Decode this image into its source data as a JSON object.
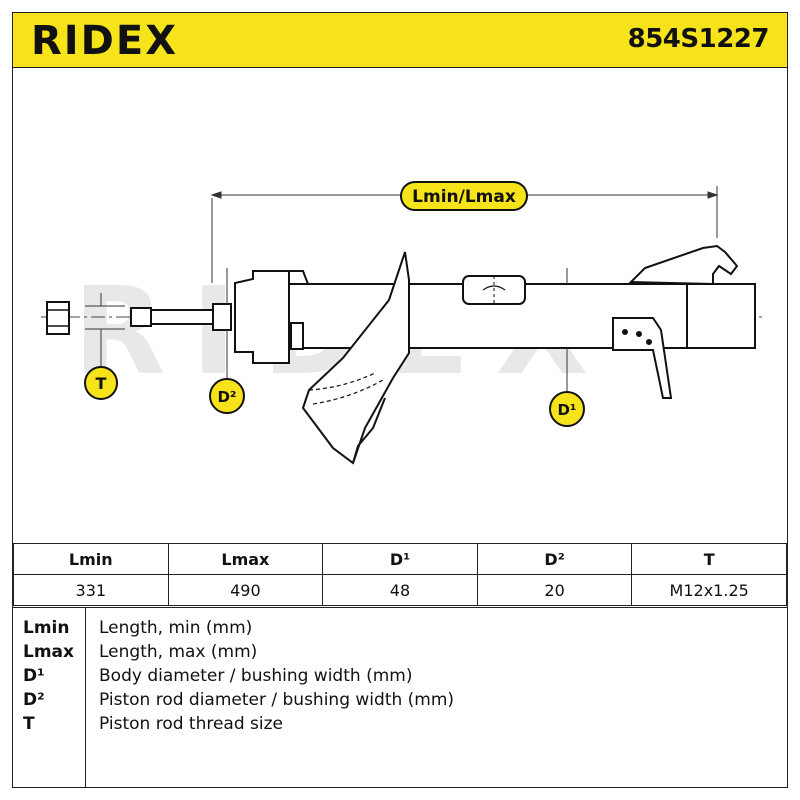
{
  "brand": "RIDEX",
  "part_number": "854S1227",
  "drawing": {
    "dimension_label": "Lmin/Lmax",
    "thread_label": "T",
    "rod_label": "D²",
    "body_label": "D¹",
    "watermark": "RIDEX"
  },
  "table": {
    "headers": [
      "Lmin",
      "Lmax",
      "D¹",
      "D²",
      "T"
    ],
    "values": [
      "331",
      "490",
      "48",
      "20",
      "M12x1.25"
    ]
  },
  "legend": [
    {
      "key": "Lmin",
      "desc": "Length, min (mm)"
    },
    {
      "key": "Lmax",
      "desc": "Length, max (mm)"
    },
    {
      "key": "D¹",
      "desc": "Body diameter / bushing width (mm)"
    },
    {
      "key": "D²",
      "desc": "Piston rod diameter / bushing width (mm)"
    },
    {
      "key": "T",
      "desc": "Piston rod thread size"
    }
  ],
  "colors": {
    "accent": "#f7e31a",
    "line": "#222222"
  }
}
